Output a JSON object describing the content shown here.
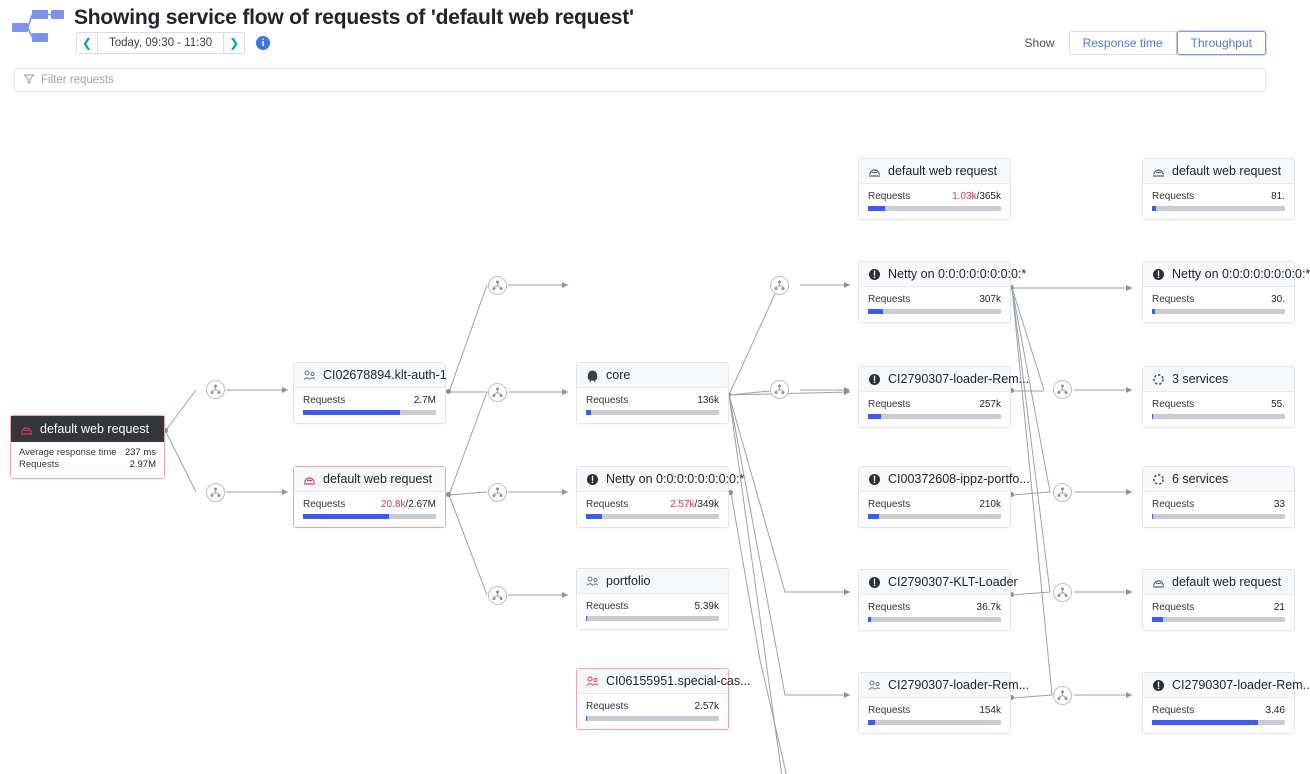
{
  "header": {
    "logo_icon": "service-flow-logo-icon",
    "title": "Showing service flow of requests of 'default web request'",
    "time_range": "Today, 09:30 - 11:30",
    "prev_icon": "chevron-left-icon",
    "next_icon": "chevron-right-icon",
    "info_icon": "info-icon",
    "info_glyph": "i",
    "show_label": "Show",
    "toggle_options": [
      {
        "label": "Response time",
        "selected": false
      },
      {
        "label": "Throughput",
        "selected": true
      }
    ]
  },
  "filter": {
    "icon": "filter-icon",
    "placeholder": "Filter requests",
    "value": ""
  },
  "metric_labels": {
    "requests": "Requests",
    "avg_response_time": "Average response time"
  },
  "nodes": [
    {
      "id": "root",
      "icon": "web-request-icon",
      "title": "default web request",
      "kind": "root",
      "border": "red",
      "metrics": [
        {
          "label": "Average response time",
          "value": "237 ms"
        },
        {
          "label": "Requests",
          "value": "2.97M"
        }
      ],
      "bar_pct": null
    },
    {
      "id": "c2-klt-auth",
      "icon": "service-icon",
      "title": "CI02678894.klt-auth-1",
      "metric_label": "Requests",
      "value": "2.7M",
      "error_value": "",
      "bar_pct": 73
    },
    {
      "id": "c2-default-web",
      "icon": "web-request-icon-red",
      "title": "default web request",
      "border": "red",
      "metric_label": "Requests",
      "value": "2.67M",
      "error_value": "20.8k",
      "bar_pct": 65
    },
    {
      "id": "c3-core",
      "icon": "database-icon",
      "title": "core",
      "metric_label": "Requests",
      "value": "136k",
      "error_value": "",
      "bar_pct": 4
    },
    {
      "id": "c3-netty",
      "icon": "java-icon",
      "title": "Netty on 0:0:0:0:0:0:0:0:*",
      "metric_label": "Requests",
      "value": "349k",
      "error_value": "2.57k",
      "bar_pct": 12
    },
    {
      "id": "c3-portfolio",
      "icon": "service-icon",
      "title": "portfolio",
      "metric_label": "Requests",
      "value": "5.39k",
      "error_value": "",
      "bar_pct": 0
    },
    {
      "id": "c3-special-case",
      "icon": "service-icon-red",
      "title": "CI06155951.special-cas...",
      "border": "red",
      "metric_label": "Requests",
      "value": "2.57k",
      "error_value": "",
      "bar_pct": 0
    },
    {
      "id": "c4-default-web",
      "icon": "web-request-icon",
      "title": "default web request",
      "metric_label": "Requests",
      "value": "365k",
      "error_value": "1.03k",
      "bar_pct": 13
    },
    {
      "id": "c4-netty",
      "icon": "java-icon",
      "title": "Netty on 0:0:0:0:0:0:0:0:*",
      "metric_label": "Requests",
      "value": "307k",
      "error_value": "",
      "bar_pct": 11
    },
    {
      "id": "c4-loader-rem",
      "icon": "java-icon",
      "title": "CI2790307-loader-Rem...",
      "metric_label": "Requests",
      "value": "257k",
      "error_value": "",
      "bar_pct": 10
    },
    {
      "id": "c4-ippz-portfolio",
      "icon": "java-icon",
      "title": "CI00372608-ippz-portfo...",
      "metric_label": "Requests",
      "value": "210k",
      "error_value": "",
      "bar_pct": 8
    },
    {
      "id": "c4-klt-loader",
      "icon": "java-icon",
      "title": "CI2790307-KLT-Loader",
      "metric_label": "Requests",
      "value": "36.7k",
      "error_value": "",
      "bar_pct": 2
    },
    {
      "id": "c4-loader-rem-2",
      "icon": "service-icon",
      "title": "CI2790307-loader-Rem...",
      "metric_label": "Requests",
      "value": "154k",
      "error_value": "",
      "bar_pct": 5
    },
    {
      "id": "c5-default-web",
      "icon": "web-request-icon",
      "title": "default web request",
      "metric_label": "Requests",
      "value": "81.",
      "error_value": "",
      "bar_pct": 3
    },
    {
      "id": "c5-netty",
      "icon": "java-icon",
      "title": "Netty on 0:0:0:0:0:0:0:0:*",
      "metric_label": "Requests",
      "value": "30.",
      "error_value": "",
      "bar_pct": 2
    },
    {
      "id": "c5-3-services",
      "icon": "services-group-icon",
      "title": "3 services",
      "metric_label": "Requests",
      "value": "55.",
      "error_value": "",
      "bar_pct": 0
    },
    {
      "id": "c5-6-services",
      "icon": "services-group-icon",
      "title": "6 services",
      "metric_label": "Requests",
      "value": "33",
      "error_value": "",
      "bar_pct": 0
    },
    {
      "id": "c5-default-web-2",
      "icon": "web-request-icon",
      "title": "default web request",
      "metric_label": "Requests",
      "value": "21",
      "error_value": "",
      "bar_pct": 8
    },
    {
      "id": "c5-loader-rem",
      "icon": "java-icon",
      "title": "CI2790307-loader-Rem..",
      "metric_label": "Requests",
      "value": "3.46",
      "error_value": "",
      "bar_pct": 80
    }
  ],
  "junctions": [
    {
      "id": "j1",
      "icon": "expand-branch-icon"
    },
    {
      "id": "j2",
      "icon": "expand-branch-icon"
    },
    {
      "id": "j3",
      "icon": "expand-branch-icon"
    },
    {
      "id": "j4",
      "icon": "expand-branch-icon"
    },
    {
      "id": "j5",
      "icon": "expand-branch-icon"
    },
    {
      "id": "j6",
      "icon": "expand-branch-icon"
    },
    {
      "id": "j7",
      "icon": "expand-branch-icon"
    },
    {
      "id": "j8",
      "icon": "expand-branch-icon"
    }
  ],
  "colors": {
    "accent_blue": "#3d5afe",
    "link_blue": "#4a78e8",
    "error_red": "#e8384f",
    "node_border_red": "#f0a3ad",
    "root_header_bg": "#33363d",
    "bar_track": "#c8ccd2",
    "edge_stroke": "#9aa0ab"
  }
}
